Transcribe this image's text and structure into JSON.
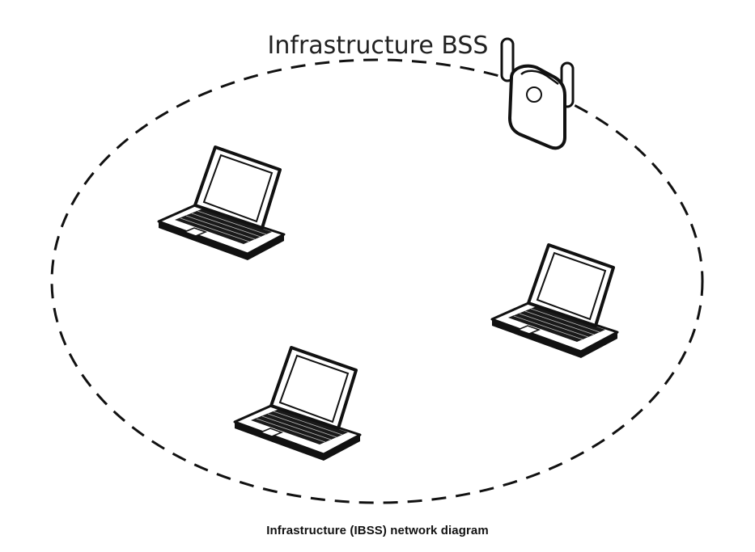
{
  "diagram": {
    "title": "Infrastructure BSS",
    "caption_prefix": "Infrastructure (IB",
    "caption_bold": "SS",
    "caption_suffix": ") network diagram",
    "nodes": [
      {
        "kind": "access-point",
        "icon": "wireless-access-point-icon"
      },
      {
        "kind": "laptop",
        "icon": "laptop-icon"
      },
      {
        "kind": "laptop",
        "icon": "laptop-icon"
      },
      {
        "kind": "laptop",
        "icon": "laptop-icon"
      }
    ],
    "boundary": {
      "style": "dashed",
      "shape": "ellipse",
      "color": "#111111"
    }
  }
}
